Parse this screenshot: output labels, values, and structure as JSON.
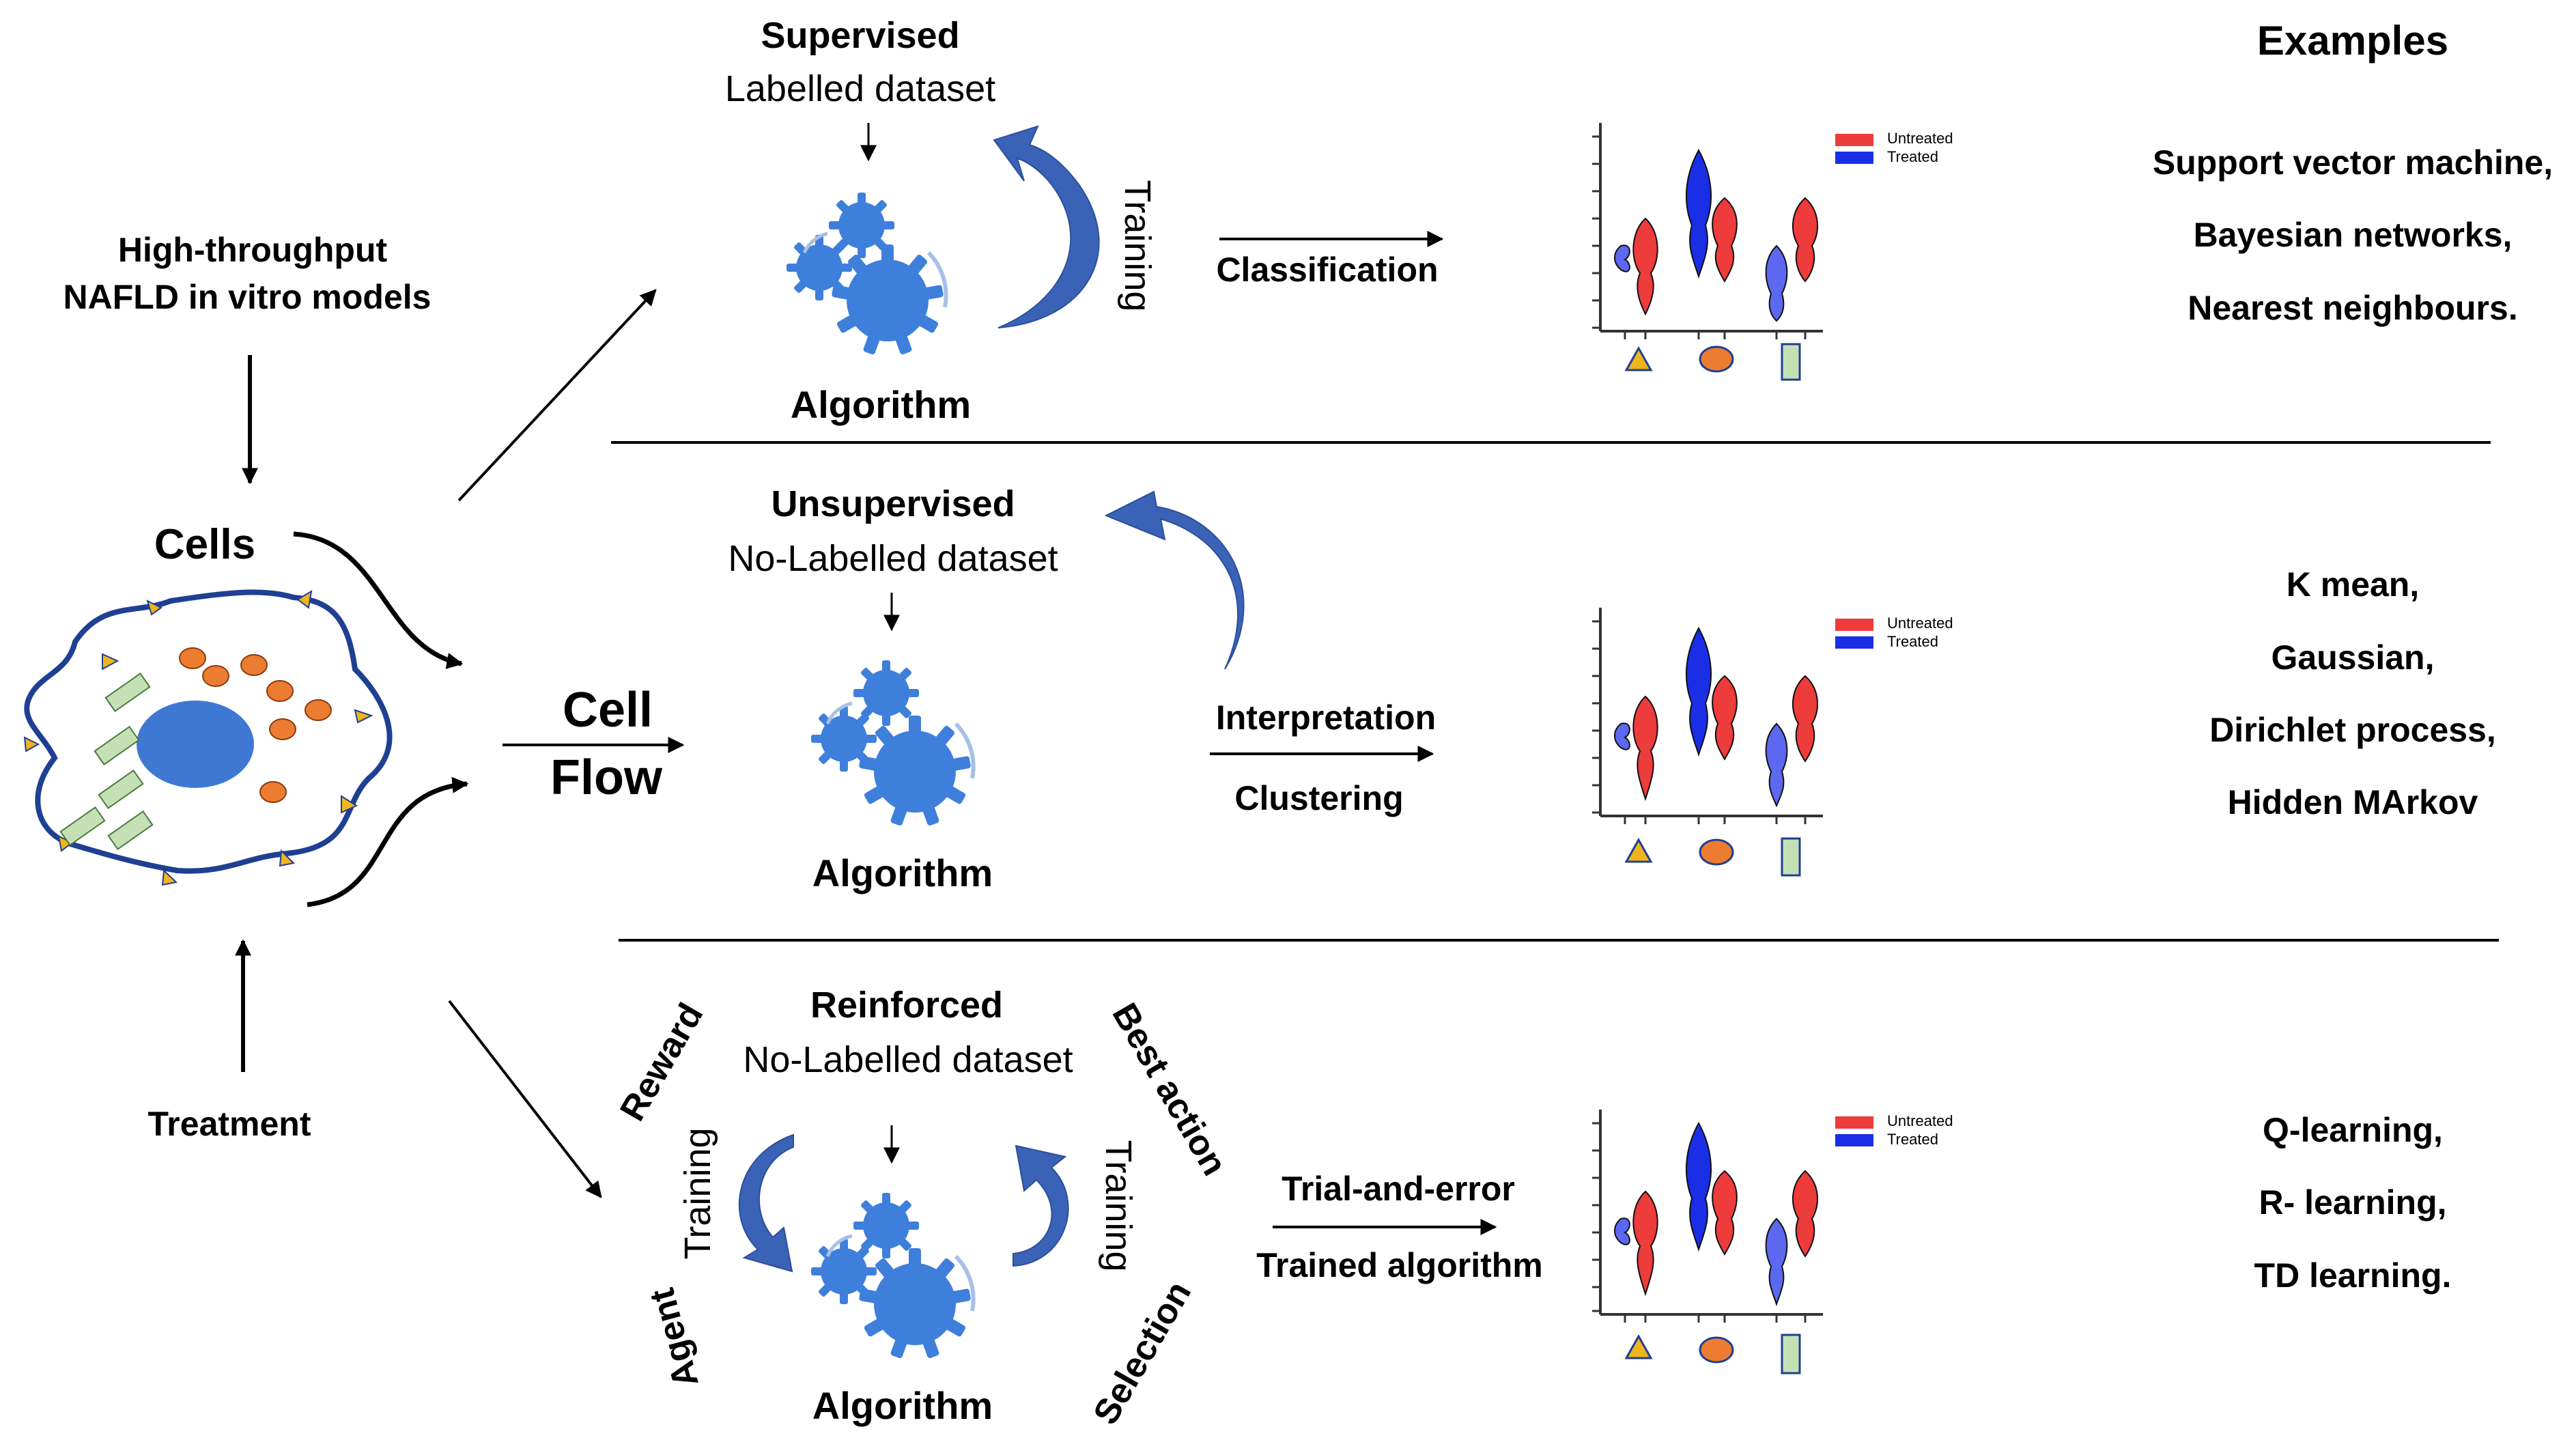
{
  "left": {
    "top_label_line1": "High-throughput",
    "top_label_line2": "NAFLD in vitro models",
    "cells_label": "Cells",
    "treatment_label": "Treatment",
    "flow_line1": "Cell",
    "flow_line2": "Flow"
  },
  "examples_header": "Examples",
  "rows": [
    {
      "title": "Supervised",
      "dataset": "Labelled dataset",
      "algorithm": "Algorithm",
      "side_label": "Training",
      "process": [
        "Classification"
      ],
      "legend": [
        "Untreated",
        "Treated"
      ],
      "examples": [
        "Support vector machine,",
        "Bayesian networks,",
        "Nearest neighbours."
      ]
    },
    {
      "title": "Unsupervised",
      "dataset": "No-Labelled dataset",
      "algorithm": "Algorithm",
      "process": [
        "Interpretation",
        "Clustering"
      ],
      "legend": [
        "Untreated",
        "Treated"
      ],
      "examples": [
        "K mean,",
        "Gaussian,",
        "Dirichlet process,",
        "Hidden MArkov"
      ]
    },
    {
      "title": "Reinforced",
      "dataset": "No-Labelled dataset",
      "algorithm": "Algorithm",
      "labels": {
        "reward": "Reward",
        "agent": "Agent",
        "training_left": "Training",
        "training_right": "Training",
        "best_action": "Best action",
        "selection": "Selection"
      },
      "process": [
        "Trial-and-error",
        "Trained algorithm"
      ],
      "legend": [
        "Untreated",
        "Treated"
      ],
      "examples": [
        "Q-learning,",
        "R- learning,",
        "TD learning."
      ]
    }
  ],
  "colors": {
    "untreated": "#ee3b3b",
    "treated": "#1a2ee6",
    "arrow_blue": "#3a63b8",
    "gear": "#3f7fdc",
    "cell_outline": "#1f3f93",
    "nucleus": "#3e78d2",
    "vesicle": "#ec7c30",
    "droplet": "#c5e0b4",
    "spike": "#f0b41c"
  }
}
